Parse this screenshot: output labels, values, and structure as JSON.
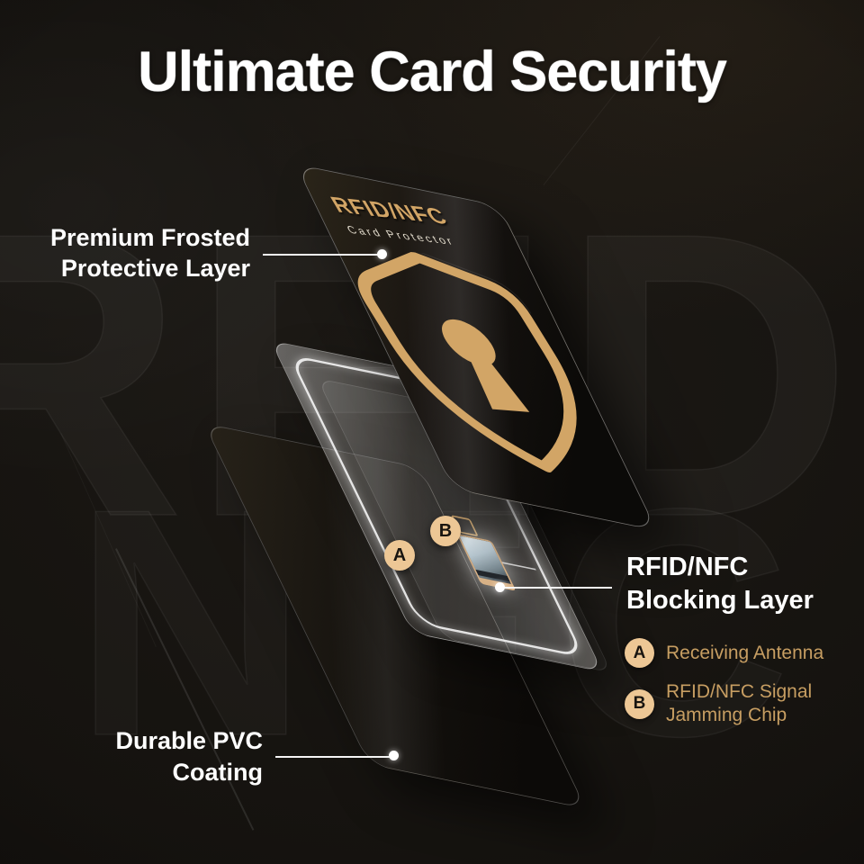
{
  "title": "Ultimate Card Security",
  "watermark_top": "RFID",
  "watermark_bottom": "NFC",
  "card": {
    "brand": "RFID/NFC",
    "subtitle": "Card Protector"
  },
  "labels": {
    "frosted_line1": "Premium Frosted",
    "frosted_line2": "Protective Layer",
    "blocking_line1": "RFID/NFC",
    "blocking_line2": "Blocking Layer",
    "pvc_line1": "Durable PVC",
    "pvc_line2": "Coating"
  },
  "badges": {
    "a": "A",
    "b": "B"
  },
  "legend": {
    "a_key": "A",
    "a_text": "Receiving Antenna",
    "b_key": "B",
    "b_text1": "RFID/NFC Signal",
    "b_text2": "Jamming Chip"
  },
  "colors": {
    "gold": "#d2a566",
    "badge_fill": "#edc795",
    "legend_text": "#c79e62",
    "background": "#13100d",
    "text_white": "#ffffff"
  }
}
